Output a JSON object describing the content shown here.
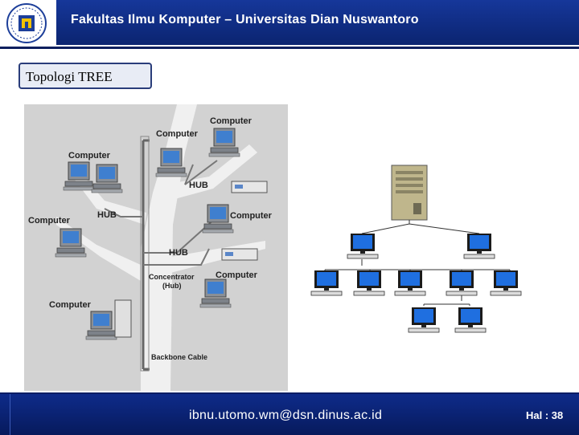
{
  "header": {
    "title": "Fakultas Ilmu Komputer – Universitas Dian Nuswantoro",
    "logo_icon": "udinus-logo"
  },
  "topic": {
    "title": "Topologi TREE"
  },
  "left_diagram": {
    "labels": {
      "computer_top": "Computer",
      "computer_upper": "Computer",
      "computer_left_top": "Computer",
      "computer_left_mid": "Computer",
      "computer_right_mid": "Computer",
      "computer_right_low": "Computer",
      "computer_bottom": "Computer",
      "hub_upper": "HUB",
      "hub_left": "HUB",
      "hub_lower": "HUB",
      "concentrator_line1": "Concentrator",
      "concentrator_line2": "(Hub)",
      "backbone": "Backbone Cable"
    }
  },
  "footer": {
    "email": "ibnu.utomo.wm@dsn.dinus.ac.id",
    "page": "Hal : 38"
  },
  "colors": {
    "header_blue": "#16379a",
    "footer_blue": "#0e2b8a",
    "screen_blue": "#1f5fd0",
    "tree_gray": "#c9c9c9"
  }
}
